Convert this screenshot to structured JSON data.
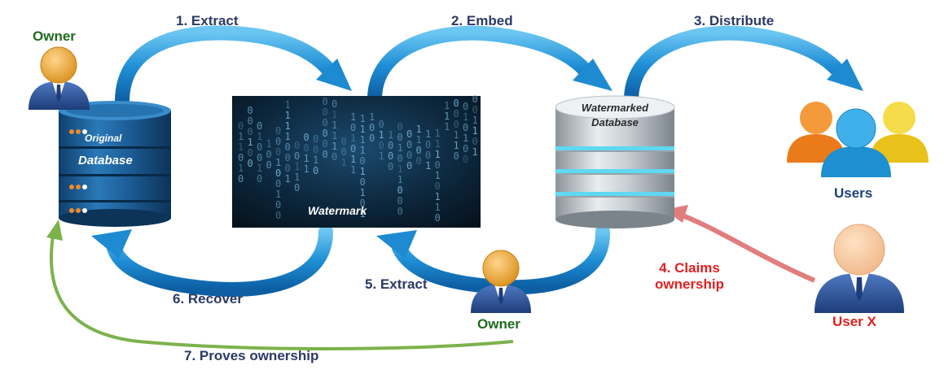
{
  "steps": {
    "s1": "1. Extract",
    "s2": "2. Embed",
    "s3": "3. Distribute",
    "s4_line1": "4. Claims",
    "s4_line2": "ownership",
    "s5": "5. Extract",
    "s6": "6. Recover",
    "s7": "7. Proves ownership"
  },
  "actors": {
    "owner_top": "Owner",
    "owner_bottom": "Owner",
    "users": "Users",
    "user_x": "User X"
  },
  "nodes": {
    "original_db_line1": "Original",
    "original_db_line2": "Database",
    "watermark": "Watermark",
    "watermarked_db_line1": "Watermarked",
    "watermarked_db_line2": "Database"
  },
  "colors": {
    "step_label": "#2b3a67",
    "owner_label": "#1e6b1e",
    "claim_label": "#e02020",
    "users_label": "#1d3f7a",
    "blue_arrow": "#2a8fd0",
    "red_arrow": "#e07a7a",
    "green_arrow": "#78b04a"
  }
}
